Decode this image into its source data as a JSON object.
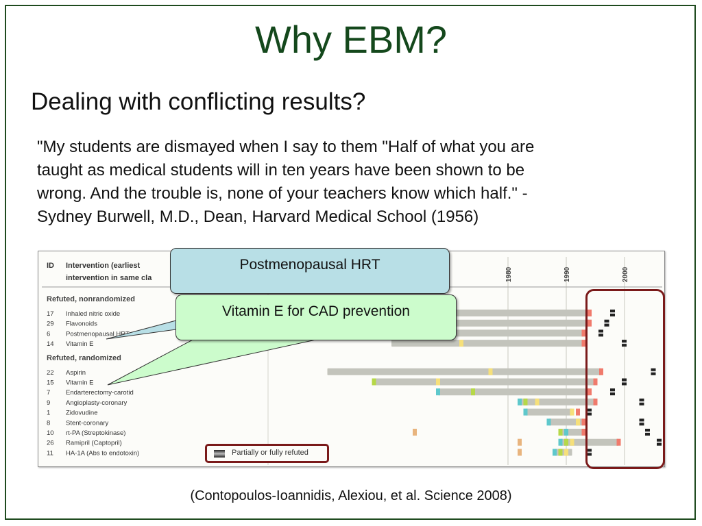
{
  "slide": {
    "title": "Why EBM?",
    "subtitle": "Dealing with conflicting results?",
    "quote_lines": [
      "\"My students are dismayed when I say to them \"Half of what you are",
      "taught as medical students will in ten years have been shown to be",
      "wrong.  And the trouble is, none of your teachers know which half.\" -",
      "Sydney Burwell, M.D., Dean, Harvard Medical School (1956)"
    ],
    "citation": "(Contopoulos-Ioannidis, Alexiou, et al. Science 2008)"
  },
  "callouts": {
    "hrt": "Postmenopausal HRT",
    "vitamin_e": "Vitamin E for CAD prevention"
  },
  "figure": {
    "header": {
      "id": "ID",
      "intervention_line1": "Intervention (earliest",
      "intervention_line2": "intervention in same cla"
    },
    "year_ticks": [
      "1980",
      "1990",
      "2000"
    ],
    "legend": "Partially or fully refuted",
    "colors": {
      "bar": "#c3c4bc",
      "red": "#f07a6c",
      "yellow": "#f6e07a",
      "cyan": "#5ec8cc",
      "green": "#b6d848",
      "orange": "#e8b47e",
      "highlight": "#7a1a1a"
    },
    "groups": [
      {
        "label": "Refuted, nonrandomized",
        "rows": [
          {
            "id": "17",
            "name": "Inhaled nitric oxide",
            "bar": [
              1960,
              1994
            ],
            "markers": [
              {
                "year": 1994,
                "c": "red"
              }
            ],
            "refuted": 1998
          },
          {
            "id": "29",
            "name": "Flavonoids",
            "bar": [
              1960,
              1994
            ],
            "markers": [
              {
                "year": 1994,
                "c": "red"
              }
            ],
            "refuted": 1997
          },
          {
            "id": "6",
            "name": "Postmenopausal HRT",
            "bar": [
              1960,
              1993
            ],
            "markers": [
              {
                "year": 1993,
                "c": "red"
              }
            ],
            "refuted": 1996
          },
          {
            "id": "14",
            "name": "Vitamin E",
            "bar": [
              1960,
              1993
            ],
            "markers": [
              {
                "year": 1972,
                "c": "yellow"
              },
              {
                "year": 1993,
                "c": "red"
              }
            ],
            "refuted": 2000
          }
        ]
      },
      {
        "label": "Refuted, randomized",
        "rows": [
          {
            "id": "22",
            "name": "Aspirin",
            "bar": [
              1949,
              1996
            ],
            "markers": [
              {
                "year": 1977,
                "c": "yellow"
              },
              {
                "year": 1996,
                "c": "red"
              }
            ],
            "refuted": 2005
          },
          {
            "id": "15",
            "name": "Vitamin E",
            "bar": [
              1957,
              1995
            ],
            "markers": [
              {
                "year": 1957,
                "c": "green"
              },
              {
                "year": 1968,
                "c": "yellow"
              },
              {
                "year": 1995,
                "c": "red"
              }
            ],
            "refuted": 2000
          },
          {
            "id": "7",
            "name": "Endarterectomy-carotid",
            "bar": [
              1968,
              1994
            ],
            "markers": [
              {
                "year": 1968,
                "c": "cyan"
              },
              {
                "year": 1974,
                "c": "green"
              },
              {
                "year": 1994,
                "c": "red"
              }
            ],
            "refuted": 1998
          },
          {
            "id": "9",
            "name": "Angioplasty-coronary",
            "bar": [
              1982,
              1995
            ],
            "markers": [
              {
                "year": 1982,
                "c": "cyan"
              },
              {
                "year": 1983,
                "c": "green"
              },
              {
                "year": 1985,
                "c": "yellow"
              },
              {
                "year": 1995,
                "c": "red"
              }
            ],
            "refuted": 2003
          },
          {
            "id": "1",
            "name": "Zidovudine",
            "bar": [
              1983,
              1991
            ],
            "markers": [
              {
                "year": 1983,
                "c": "cyan"
              },
              {
                "year": 1991,
                "c": "yellow"
              },
              {
                "year": 1992,
                "c": "red"
              }
            ],
            "refuted": 1994
          },
          {
            "id": "8",
            "name": "Stent-coronary",
            "bar": [
              1987,
              1993
            ],
            "markers": [
              {
                "year": 1987,
                "c": "cyan"
              },
              {
                "year": 1992,
                "c": "yellow"
              },
              {
                "year": 1993,
                "c": "red"
              }
            ],
            "refuted": 2003
          },
          {
            "id": "10",
            "name": "rt-PA (Streptokinase)",
            "bar": [
              1989,
              1993
            ],
            "markers": [
              {
                "year": 1964,
                "c": "orange"
              },
              {
                "year": 1989,
                "c": "green"
              },
              {
                "year": 1990,
                "c": "cyan"
              },
              {
                "year": 1993,
                "c": "red"
              }
            ],
            "refuted": 2004
          },
          {
            "id": "26",
            "name": "Ramipril (Captopril)",
            "bar": [
              1989,
              1999
            ],
            "markers": [
              {
                "year": 1982,
                "c": "orange"
              },
              {
                "year": 1989,
                "c": "cyan"
              },
              {
                "year": 1990,
                "c": "green"
              },
              {
                "year": 1991,
                "c": "yellow"
              },
              {
                "year": 1999,
                "c": "red"
              }
            ],
            "refuted": 2006
          },
          {
            "id": "11",
            "name": "HA-1A (Abs to endotoxin)",
            "bar": [
              1988,
              1991
            ],
            "markers": [
              {
                "year": 1982,
                "c": "orange"
              },
              {
                "year": 1988,
                "c": "cyan"
              },
              {
                "year": 1989,
                "c": "green"
              },
              {
                "year": 1990,
                "c": "yellow"
              }
            ],
            "refuted": 1994
          }
        ]
      }
    ]
  }
}
